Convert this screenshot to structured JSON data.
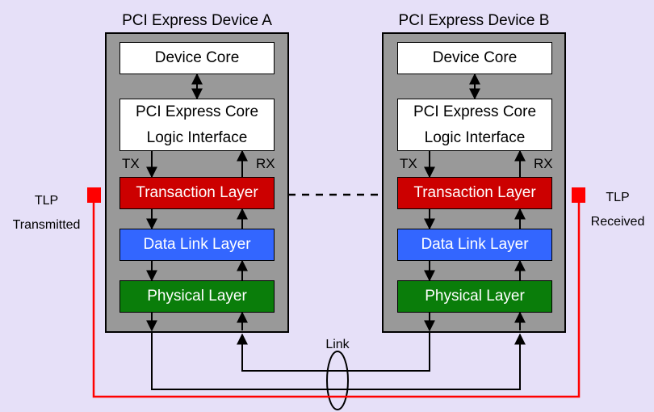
{
  "devices": [
    {
      "title": "PCI Express Device A",
      "core": "Device Core",
      "interface_line1": "PCI Express Core",
      "interface_line2": "Logic Interface",
      "tx": "TX",
      "rx": "RX",
      "transaction": "Transaction Layer",
      "datalink": "Data Link Layer",
      "physical": "Physical Layer"
    },
    {
      "title": "PCI Express Device B",
      "core": "Device Core",
      "interface_line1": "PCI Express Core",
      "interface_line2": "Logic Interface",
      "tx": "TX",
      "rx": "RX",
      "transaction": "Transaction Layer",
      "datalink": "Data Link Layer",
      "physical": "Physical Layer"
    }
  ],
  "left_label": {
    "line1": "TLP",
    "line2": "Transmitted"
  },
  "right_label": {
    "line1": "TLP",
    "line2": "Received"
  },
  "link_label": "Link",
  "colors": {
    "background": "#e6e0f8",
    "device_body": "#999999",
    "transaction": "#cc0000",
    "datalink": "#3366ff",
    "physical": "#0a7d0a",
    "tlp_path": "#ff0000"
  }
}
